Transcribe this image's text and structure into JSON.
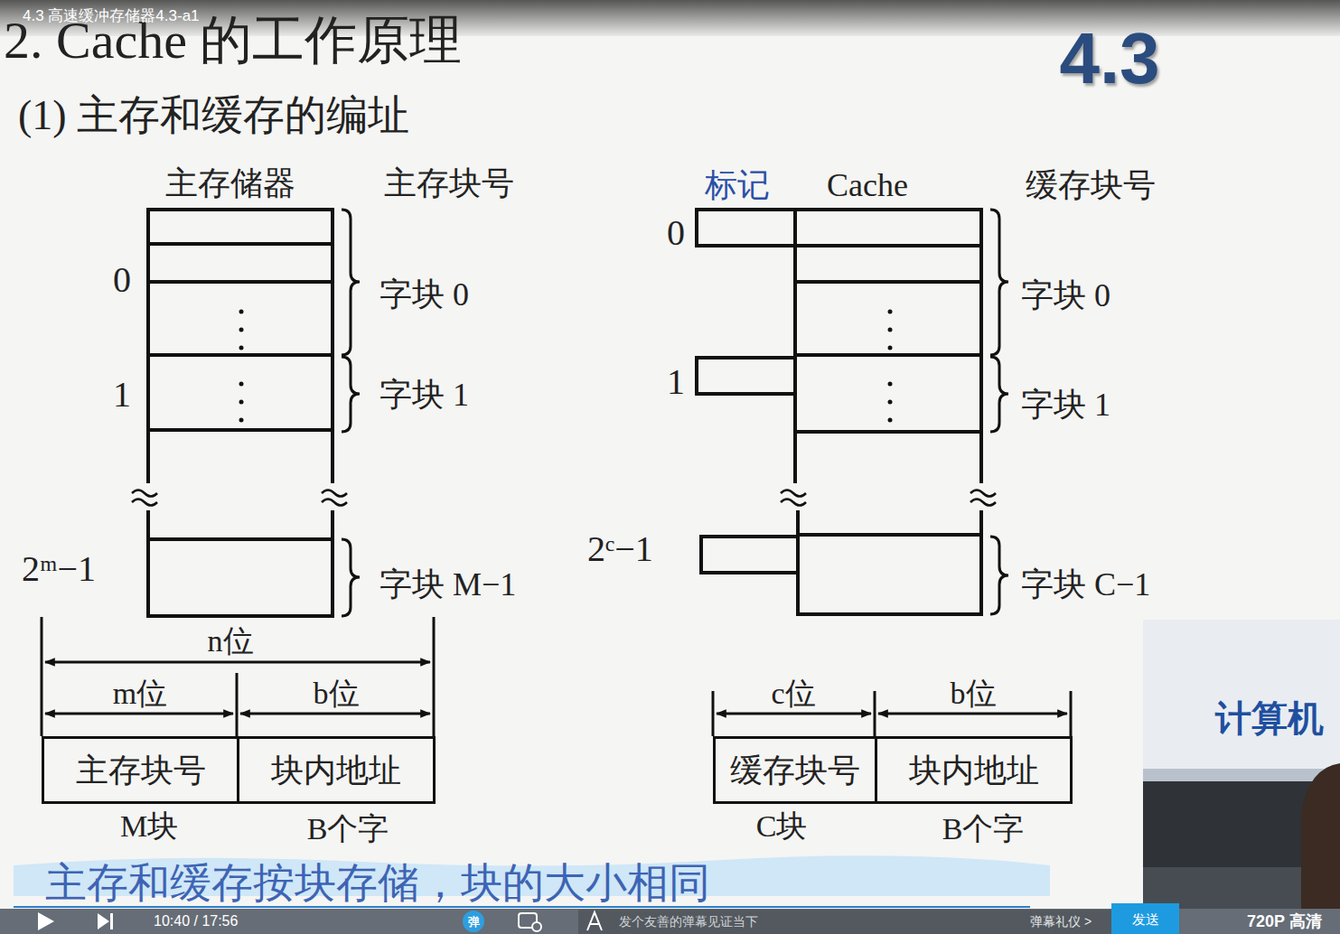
{
  "diagram": {
    "title": "2. Cache 的工作原理",
    "nodes": [
      {
        "text": [
          "主存块号"
        ]
      },
      {
        "text": [
          "块内地址"
        ]
      },
      {
        "text": [
          "缓存块号"
        ]
      },
      {
        "text": [
          "块内地址"
        ]
      },
      {
        "text": [
          "弹"
        ]
      },
      {
        "text": [
          "发送"
        ]
      }
    ],
    "labels": [
      "4.3 高速缓冲存储器4.3-a1",
      "4.3",
      "(1) 主存和缓存的编址",
      "主存储器",
      "主存块号",
      "标记",
      "Cache",
      "缓存块号",
      "0",
      "字块 0",
      "0",
      "字块 0",
      "1",
      "字块 1",
      "1",
      "字块 1",
      "2ᵐ−1",
      "字块 M−1",
      "2ᶜ−1",
      "字块 C−1",
      "n位",
      "m位",
      "b位",
      "c位",
      "b位",
      "M块",
      "B个字",
      "C块",
      "B个字",
      "计算机",
      "主存和缓存按块存储，块的大小相同",
      "10:40 / 17:56",
      "发个友善的弹幕见证当下",
      "弹幕礼仪 >",
      "720P 高清"
    ]
  }
}
